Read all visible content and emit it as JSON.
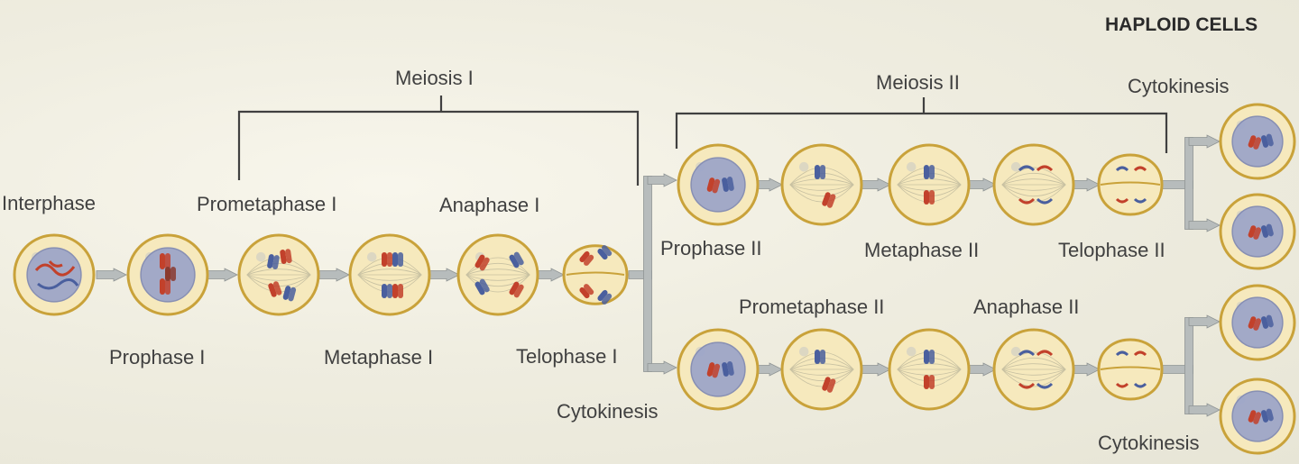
{
  "title": "HAPLOID CELLS",
  "brackets": {
    "meiosis1": "Meiosis I",
    "meiosis2": "Meiosis II"
  },
  "labels": {
    "interphase": "Interphase",
    "prophase1": "Prophase I",
    "prometaphase1": "Prometaphase I",
    "metaphase1": "Metaphase I",
    "anaphase1": "Anaphase I",
    "telophase1": "Telophase I",
    "cytokinesis_mid": "Cytokinesis",
    "prophase2": "Prophase II",
    "metaphase2": "Metaphase II",
    "telophase2": "Telophase II",
    "cytokinesis_top": "Cytokinesis",
    "prometaphase2": "Prometaphase II",
    "anaphase2": "Anaphase II",
    "cytokinesis_bottom": "Cytokinesis"
  },
  "colors": {
    "membrane": "#c9a23a",
    "cytoplasm": "#f6e9bd",
    "nucleus": "#9aa3c9",
    "arrow": "#b7bcbc",
    "maternal": "#c2412b",
    "paternal": "#4a5f9e",
    "bracket": "#404040"
  }
}
